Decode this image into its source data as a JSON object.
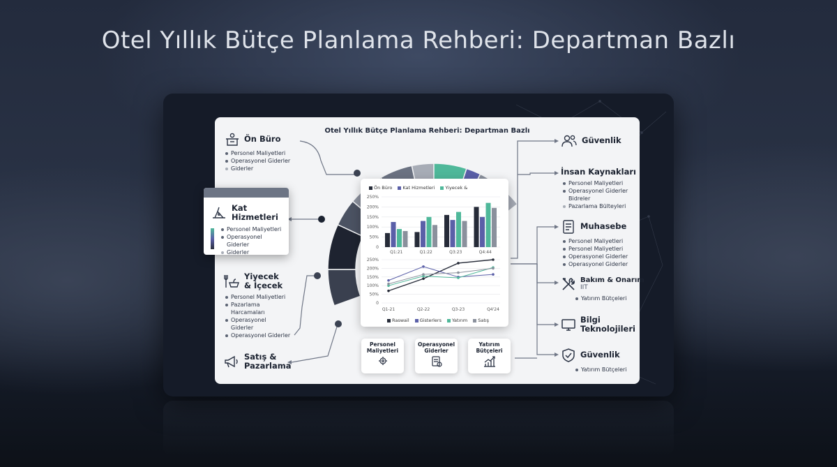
{
  "main_title": "Otel Yıllık Bütçe Planlama Rehberi: Departman Bazlı",
  "screen_title": "Otel Yıllık Bütçe Planlama Rehberi: Departman Bazlı",
  "left": {
    "on_buro": {
      "title": "Ön Büro",
      "icon": "front-desk-icon",
      "items": [
        "Personel Maliyetleri",
        "Operasyonel Giderler",
        "Giderler"
      ]
    },
    "kat": {
      "title": "Kat Hizmetleri",
      "icon": "housekeeping-icon",
      "items": [
        "Personel Maliyetleri",
        "Operasyonel Giderler",
        "Giderler"
      ]
    },
    "yiyecek": {
      "title_1": "Yiyecek",
      "title_2": "& İçecek",
      "icon": "food-drink-icon",
      "items": [
        "Personel Maliyetleri",
        "Pazarlama Harcamaları",
        "Operasyonel Giderler",
        "Operasyonel Giderler"
      ]
    },
    "satis": {
      "title_1": "Satış &",
      "title_2": "Pazarlama",
      "icon": "megaphone-icon"
    }
  },
  "right": {
    "guvenlik_top": {
      "title": "Güvenlik",
      "icon": "users-icon"
    },
    "insan": {
      "title": "İnsan Kaynakları",
      "items": [
        "Personel Maliyetleri",
        "Operasyonel Giderler",
        "Pazarlama Bülteyleri"
      ],
      "extra": "Bidreler"
    },
    "muhasebe": {
      "title": "Muhasebe",
      "icon": "ledger-icon",
      "items": [
        "Personel Maliyetleri",
        "Personel Maliyetleri",
        "Operasyonel Giderler",
        "Operasyonel Giderler"
      ]
    },
    "bakim": {
      "title": "Bakım & Onarım",
      "sub": "IIT",
      "icon": "tools-icon",
      "items": [
        "Yatırım Bütçeleri"
      ]
    },
    "bilgi": {
      "title_1": "Bilgi",
      "title_2": "Teknolojileri",
      "icon": "monitor-icon"
    },
    "guvenlik_bottom": {
      "title": "Güvenlik",
      "icon": "shield-icon",
      "items": [
        "Yatırım Bütçeleri"
      ]
    }
  },
  "mini_cards": [
    {
      "label_1": "Personel",
      "label_2": "Maliyetleri",
      "icon": "gear-people-icon"
    },
    {
      "label_1": "Operasyonel",
      "label_2": "Giderler",
      "icon": "document-gear-icon"
    },
    {
      "label_1": "Yatırım",
      "label_2": "Bütçeleri",
      "icon": "growth-chart-icon"
    }
  ],
  "colors": {
    "dark": "#262b38",
    "indigo": "#5a5fa8",
    "teal": "#4fb89a",
    "gray": "#8a909c"
  },
  "chart_data": [
    {
      "type": "bar",
      "categories": [
        "Q1:21",
        "Q1:22",
        "Q3:23",
        "Q4:44"
      ],
      "series": [
        {
          "name": "Ön Büro",
          "values": [
            70,
            75,
            160,
            200
          ]
        },
        {
          "name": "Kat Hizmetleri",
          "values": [
            125,
            130,
            135,
            150
          ]
        },
        {
          "name": "Yiyecek &",
          "values": [
            90,
            150,
            175,
            220
          ]
        },
        {
          "name": "",
          "values": [
            80,
            110,
            130,
            195
          ]
        }
      ],
      "yticks": [
        "250%",
        "200%",
        "150%",
        "100%",
        "50%",
        "0"
      ],
      "ylim": [
        0,
        250
      ]
    },
    {
      "type": "line",
      "categories": [
        "Q1-21",
        "Q2-22",
        "Q3-23",
        "Q4'24"
      ],
      "series": [
        {
          "name": "Raswail",
          "values": [
            70,
            140,
            230,
            250
          ]
        },
        {
          "name": "Gisterlers",
          "values": [
            130,
            210,
            150,
            165
          ]
        },
        {
          "name": "Yatırım",
          "values": [
            100,
            155,
            145,
            205
          ]
        },
        {
          "name": "Satış",
          "values": [
            110,
            165,
            175,
            200
          ]
        }
      ],
      "yticks": [
        "250%",
        "200%",
        "150%",
        "100%",
        "50%",
        "0"
      ],
      "ylim": [
        0,
        250
      ]
    }
  ]
}
